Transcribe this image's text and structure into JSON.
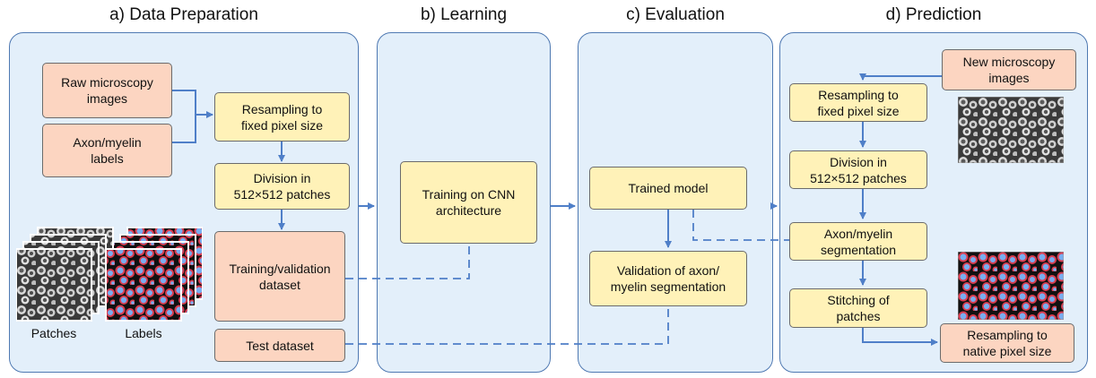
{
  "sections": {
    "a": {
      "title": "a) Data Preparation"
    },
    "b": {
      "title": "b) Learning"
    },
    "c": {
      "title": "c) Evaluation"
    },
    "d": {
      "title": "d) Prediction"
    }
  },
  "prep": {
    "raw_images": "Raw microscopy\nimages",
    "labels": "Axon/myelin\nlabels",
    "resampling": "Resampling to\nfixed pixel size",
    "division": "Division in\n512×512 patches",
    "train_val": "Training/validation\ndataset",
    "test": "Test dataset",
    "patches_caption": "Patches",
    "labels_caption": "Labels"
  },
  "learning": {
    "training": "Training on CNN\narchitecture"
  },
  "evaluation": {
    "trained_model": "Trained model",
    "validation": "Validation of axon/\nmyelin segmentation"
  },
  "prediction": {
    "new_images": "New microscopy\nimages",
    "resampling": "Resampling to\nfixed pixel size",
    "division": "Division in\n512×512 patches",
    "segmentation": "Axon/myelin\nsegmentation",
    "stitching": "Stitching of\npatches",
    "resample_native": "Resampling to\nnative pixel size"
  },
  "colors": {
    "panel_bg": "#e3effa",
    "panel_border": "#4f79b2",
    "process_box": "#fff2b8",
    "data_box": "#fcd5c1",
    "arrow": "#4f7fc8",
    "myelin": "#d93d50",
    "axon": "#79aef0"
  }
}
